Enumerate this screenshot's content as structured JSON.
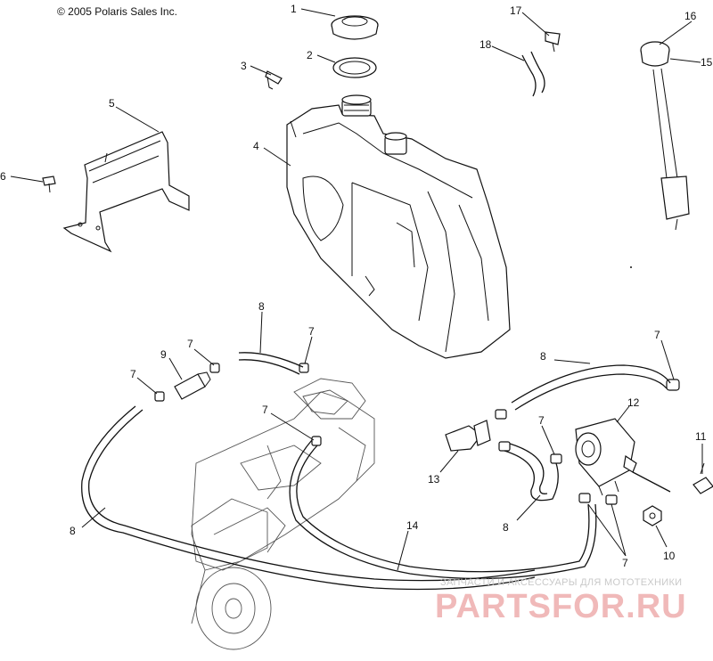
{
  "copyright": "© 2005 Polaris Sales Inc.",
  "watermark": {
    "tagline": "ЗАПЧАСТИ И АКСЕССУАРЫ ДЛЯ МОТОТЕХНИКИ",
    "brand": "PARTSFOR.RU"
  },
  "callouts": {
    "c1": "1",
    "c2": "2",
    "c3": "3",
    "c4": "4",
    "c5": "5",
    "c6": "6",
    "c7a": "7",
    "c7b": "7",
    "c7c": "7",
    "c7d": "7",
    "c7e": "7",
    "c7f": "7",
    "c7g": "7",
    "c8a": "8",
    "c8b": "8",
    "c8c": "8",
    "c8d": "8",
    "c9": "9",
    "c10": "10",
    "c11": "11",
    "c12": "12",
    "c13": "13",
    "c14": "14",
    "c15": "15",
    "c16": "16",
    "c17": "17",
    "c18": "18"
  }
}
